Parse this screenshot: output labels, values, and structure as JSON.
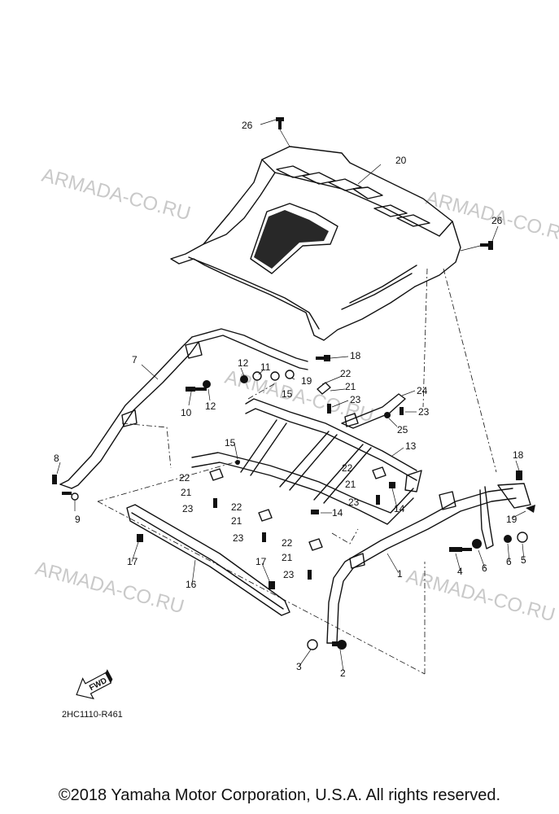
{
  "watermark": "ARMADA-CO.RU",
  "diagram_code": "2HC1110-R461",
  "fwd_arrow_text": "FWD",
  "copyright": "©2018 Yamaha Motor Corporation, U.S.A. All rights reserved.",
  "callouts": {
    "c1": "1",
    "c2": "2",
    "c3": "3",
    "c4": "4",
    "c5": "5",
    "c6a": "6",
    "c6b": "6",
    "c7": "7",
    "c8": "8",
    "c9": "9",
    "c10": "10",
    "c11": "11",
    "c12a": "12",
    "c12b": "12",
    "c13": "13",
    "c14a": "14",
    "c14b": "14",
    "c15a": "15",
    "c15b": "15",
    "c16": "16",
    "c17a": "17",
    "c17b": "17",
    "c18a": "18",
    "c18b": "18",
    "c19a": "19",
    "c19b": "19",
    "c20": "20",
    "c21a": "21",
    "c21b": "21",
    "c21c": "21",
    "c21d": "21",
    "c22a": "22",
    "c22b": "22",
    "c22c": "22",
    "c22d": "22",
    "c23a": "23",
    "c23b": "23",
    "c23c": "23",
    "c23d": "23",
    "c23e": "23",
    "c24": "24",
    "c25": "25",
    "c26a": "26",
    "c26b": "26"
  }
}
